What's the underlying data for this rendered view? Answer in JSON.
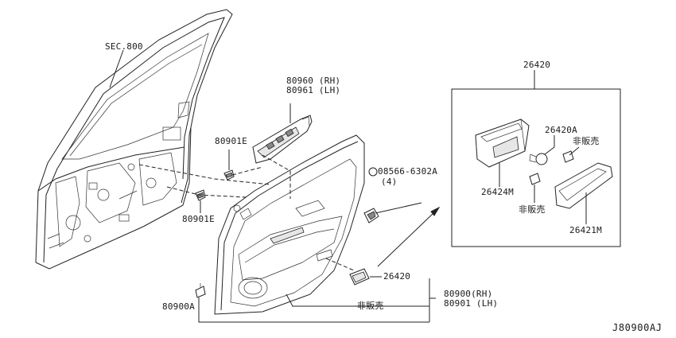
{
  "labels": {
    "sec_800": "SEC.800",
    "p_80960_rh": "80960 (RH)",
    "p_80961_lh": "80961 (LH)",
    "p_80901e_top": "80901E",
    "p_80901e_bottom": "80901E",
    "p_08566": "08566-6302A",
    "p_08566_qty": "(4)",
    "p_26420_box": "26420",
    "p_26420a": "26420A",
    "not_sold_1": "非販売",
    "not_sold_2": "非販売",
    "not_sold_3": "非販売",
    "p_26424m": "26424M",
    "p_26421m": "26421M",
    "p_26420_main": "26420",
    "p_80900_rh": "80900(RH)",
    "p_80901_lh": "80901 (LH)",
    "p_80900a": "80900A",
    "diagram_code": "J80900AJ"
  }
}
